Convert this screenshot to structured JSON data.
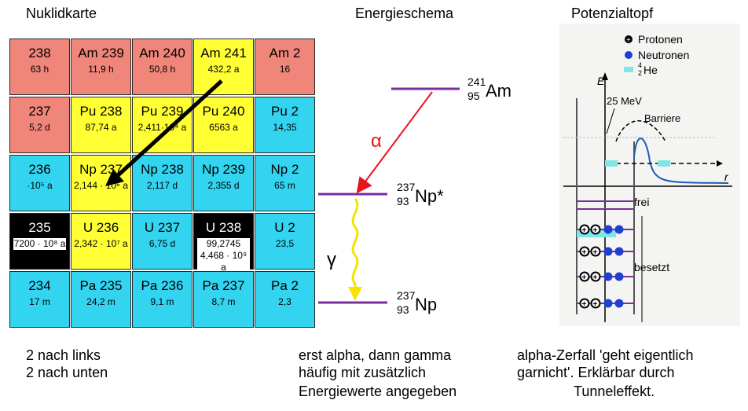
{
  "titles": {
    "nuklidkarte": "Nuklidkarte",
    "energieschema": "Energieschema",
    "potenzialtopf": "Potenzialtopf"
  },
  "nuklidkarte": {
    "rows": [
      [
        {
          "name": "238",
          "value": "63 h",
          "color": "#f0857a"
        },
        {
          "name": "Am 239",
          "value": "11,9 h",
          "color": "#f0857a"
        },
        {
          "name": "Am 240",
          "value": "50,8 h",
          "color": "#f0857a"
        },
        {
          "name": "Am 241",
          "value": "432,2 a",
          "color": "#ffff33"
        },
        {
          "name": "Am 2",
          "value": "16",
          "color": "#f0857a"
        }
      ],
      [
        {
          "name": "237",
          "value": "5,2 d",
          "color": "#f0857a"
        },
        {
          "name": "Pu 238",
          "value": "87,74 a",
          "color": "#ffff33"
        },
        {
          "name": "Pu 239",
          "value": "2,411·10⁴ a",
          "color": "#ffff33"
        },
        {
          "name": "Pu 240",
          "value": "6563 a",
          "color": "#ffff33"
        },
        {
          "name": "Pu 2",
          "value": "14,35",
          "color": "#33d4f0"
        }
      ],
      [
        {
          "name": "236",
          "value": "·10⁵ a",
          "color": "#33d4f0"
        },
        {
          "name": "Np 237",
          "value": "2,144 · 10⁶ a",
          "color": "#ffff33"
        },
        {
          "name": "Np 238",
          "value": "2,117 d",
          "color": "#33d4f0"
        },
        {
          "name": "Np 239",
          "value": "2,355 d",
          "color": "#33d4f0"
        },
        {
          "name": "Np 2",
          "value": "65 m",
          "color": "#33d4f0"
        }
      ],
      [
        {
          "name": "235",
          "value": "7200 · 10⁸ a",
          "color": "#000000"
        },
        {
          "name": "U 236",
          "value": "2,342 · 10⁷ a",
          "color": "#ffff33"
        },
        {
          "name": "U 237",
          "value": "6,75 d",
          "color": "#33d4f0"
        },
        {
          "name": "U 238",
          "value": "99,2745 4,468 · 10⁹ a",
          "color": "#000000"
        },
        {
          "name": "U 2",
          "value": "23,5",
          "color": "#33d4f0"
        }
      ],
      [
        {
          "name": "234",
          "value": "17 m",
          "color": "#33d4f0"
        },
        {
          "name": "Pa 235",
          "value": "24,2 m",
          "color": "#33d4f0"
        },
        {
          "name": "Pa 236",
          "value": "9,1 m",
          "color": "#33d4f0"
        },
        {
          "name": "Pa 237",
          "value": "8,7 m",
          "color": "#33d4f0"
        },
        {
          "name": "Pa 2",
          "value": "2,3",
          "color": "#33d4f0"
        }
      ]
    ],
    "arrow_color": "#000000",
    "note_1": "2 nach links",
    "note_2": "2 nach unten"
  },
  "energieschema": {
    "level_top": "241",
    "level_top_z": "95",
    "level_top_el": "Am",
    "level_mid": "237",
    "level_mid_z": "93",
    "level_mid_el": "Np*",
    "level_bot": "237",
    "level_bot_z": "93",
    "level_bot_el": "Np",
    "alpha": "α",
    "gamma": "γ",
    "alpha_color": "#e8141c",
    "gamma_color": "#f5e300",
    "level_color": "#7a2ea0",
    "note_1": "erst alpha, dann gamma",
    "note_2": "häufig mit zusätzlich",
    "note_3": "Energiewerte angegeben"
  },
  "potenzialtopf": {
    "legend_protonen": "Protonen",
    "legend_neutronen": "Neutronen",
    "legend_he": "He",
    "legend_he_a": "4",
    "legend_he_z": "2",
    "axis_e": "E",
    "axis_r": "r",
    "mev": "25 MeV",
    "barriere": "Barriere",
    "frei": "frei",
    "besetzt": "besetzt",
    "neutron_color": "#1f3fd0",
    "he_color": "#7fe6e6",
    "curve_color": "#1a5fb4",
    "note_1": "alpha-Zerfall 'geht eigentlich",
    "note_2": "garnicht'. Erklärbar durch",
    "note_3": "Tunneleffekt."
  }
}
